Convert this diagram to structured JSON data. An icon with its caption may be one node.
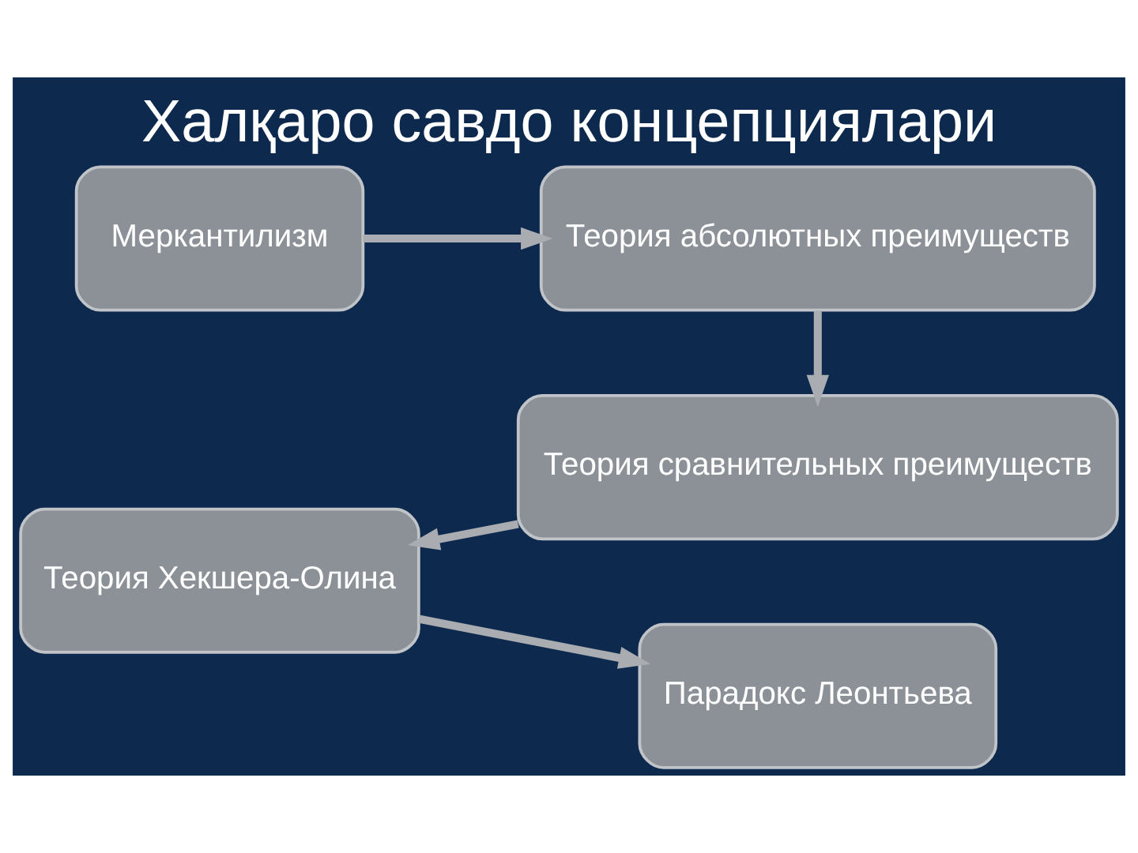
{
  "diagram": {
    "title": "Халқаро савдо концепциялари",
    "nodes": [
      {
        "text": [
          "Меркантилизм"
        ]
      },
      {
        "text": [
          "Теория абсолютных преимуществ"
        ]
      },
      {
        "text": [
          "Теория сравнительных преимуществ"
        ]
      },
      {
        "text": [
          "Теория Хекшера-Олина"
        ]
      },
      {
        "text": [
          "Парадокс Леонтьева"
        ]
      }
    ],
    "edges": [
      {
        "from": 0,
        "to": 1,
        "arrow": "to"
      },
      {
        "from": 1,
        "to": 2,
        "arrow": "to"
      },
      {
        "from": 2,
        "to": 3,
        "arrow": "to"
      },
      {
        "from": 3,
        "to": 4,
        "arrow": "to"
      }
    ]
  }
}
